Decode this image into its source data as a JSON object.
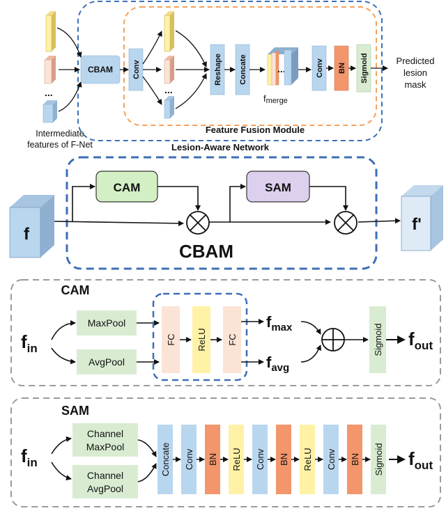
{
  "colors": {
    "blue_box": "#b9d6ef",
    "green_box": "#d9ecd2",
    "red_box": "#fbe3d6",
    "orange_box": "#f3966b",
    "yellow_box": "#fff2a6",
    "cam_green": "#d2f0c4",
    "sam_purple": "#ddd0ee",
    "dashed_blue": "#3d6fb6",
    "dashed_orange": "#f5a05b",
    "dashed_gray": "#9a9a9a"
  },
  "top": {
    "intermediate_label": "Intermediate",
    "features_label": "features of F-Net",
    "dots": "...",
    "cbam": "CBAM",
    "conv": "Conv",
    "reshape": "Reshape",
    "concate": "Concate",
    "f_merge_f": "f",
    "f_merge_sub": "merge",
    "conv2": "Conv",
    "bn": "BN",
    "sigmoid": "Sigmoid",
    "pred_line1": "Predicted",
    "pred_line2": "lesion",
    "pred_line3": "mask",
    "ffm_title": "Feature Fusion Module",
    "lan_title": "Lesion-Aware Network"
  },
  "cbam": {
    "f_in": "f",
    "cam": "CAM",
    "sam": "SAM",
    "title": "CBAM",
    "f_out": "f'"
  },
  "cam_panel": {
    "title": "CAM",
    "f": "f",
    "f_sub": "in",
    "maxpool": "MaxPool",
    "avgpool": "AvgPool",
    "fc1": "FC",
    "relu": "ReLU",
    "fc2": "FC",
    "fmax": "f",
    "fmax_sub": "max",
    "favg": "f",
    "favg_sub": "avg",
    "sigmoid": "Sigmoid",
    "fout": "f",
    "fout_sub": "out"
  },
  "sam_panel": {
    "title": "SAM",
    "f": "f",
    "f_sub": "in",
    "ch_max_1": "Channel",
    "ch_max_2": "MaxPool",
    "ch_avg_1": "Channel",
    "ch_avg_2": "AvgPool",
    "layers": [
      "Concate",
      "Conv",
      "BN",
      "ReLU",
      "Conv",
      "BN",
      "ReLU",
      "Conv",
      "BN",
      "Sigmoid"
    ],
    "fout": "f",
    "fout_sub": "out"
  }
}
